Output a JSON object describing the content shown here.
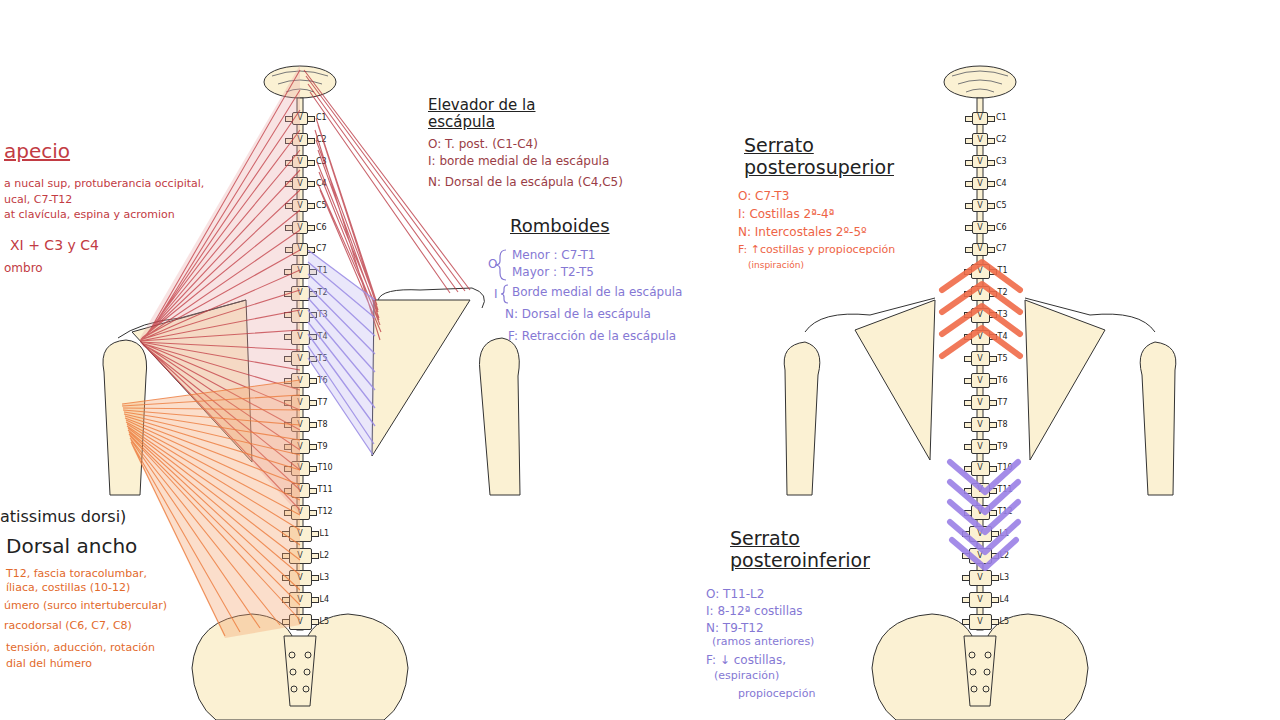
{
  "diagram": {
    "nodes": [
      {
        "text": [
          "V",
          "C1"
        ]
      },
      {
        "text": [
          "V",
          "C2"
        ]
      },
      {
        "text": [
          "V",
          "C3"
        ]
      },
      {
        "text": [
          "V",
          "C4"
        ]
      },
      {
        "text": [
          "V",
          "C5"
        ]
      },
      {
        "text": [
          "V",
          "C6"
        ]
      },
      {
        "text": [
          "V",
          "C7"
        ]
      },
      {
        "text": [
          "V",
          "T1"
        ]
      },
      {
        "text": [
          "V",
          "T2"
        ]
      },
      {
        "text": [
          "V",
          "T3"
        ]
      },
      {
        "text": [
          "V",
          "T4"
        ]
      },
      {
        "text": [
          "V",
          "T5"
        ]
      },
      {
        "text": [
          "V",
          "T6"
        ]
      },
      {
        "text": [
          "V",
          "T7"
        ]
      },
      {
        "text": [
          "V",
          "T8"
        ]
      },
      {
        "text": [
          "V",
          "T9"
        ]
      },
      {
        "text": [
          "V",
          "T10"
        ]
      },
      {
        "text": [
          "V",
          "T11"
        ]
      },
      {
        "text": [
          "V",
          "T12"
        ]
      },
      {
        "text": [
          "V",
          "L1"
        ]
      },
      {
        "text": [
          "V",
          "L2"
        ]
      },
      {
        "text": [
          "V",
          "L3"
        ]
      },
      {
        "text": [
          "V",
          "L4"
        ]
      },
      {
        "text": [
          "V",
          "L5"
        ]
      },
      {
        "text": [
          "V",
          "C1"
        ]
      },
      {
        "text": [
          "V",
          "C2"
        ]
      },
      {
        "text": [
          "V",
          "C3"
        ]
      },
      {
        "text": [
          "V",
          "C4"
        ]
      },
      {
        "text": [
          "V",
          "C5"
        ]
      },
      {
        "text": [
          "V",
          "C6"
        ]
      },
      {
        "text": [
          "V",
          "C7"
        ]
      },
      {
        "text": [
          "V",
          "T1"
        ]
      },
      {
        "text": [
          "V",
          "T2"
        ]
      },
      {
        "text": [
          "V",
          "T3"
        ]
      },
      {
        "text": [
          "V",
          "T4"
        ]
      },
      {
        "text": [
          "V",
          "T5"
        ]
      },
      {
        "text": [
          "V",
          "T6"
        ]
      },
      {
        "text": [
          "V",
          "T7"
        ]
      },
      {
        "text": [
          "V",
          "T8"
        ]
      },
      {
        "text": [
          "V",
          "T9"
        ]
      },
      {
        "text": [
          "V",
          "T10"
        ]
      },
      {
        "text": [
          "V",
          "T11"
        ]
      },
      {
        "text": [
          "V",
          "T12"
        ]
      },
      {
        "text": [
          "V",
          "L1"
        ]
      },
      {
        "text": [
          "V",
          "L2"
        ]
      },
      {
        "text": [
          "V",
          "L3"
        ]
      },
      {
        "text": [
          "V",
          "L4"
        ]
      },
      {
        "text": [
          "V",
          "L5"
        ]
      }
    ],
    "labels": [
      "apecio",
      "a nucal sup, protuberancia occipital,",
      "ucal, C7-T12",
      "at clavícula, espina y acromion",
      "XI + C3 y C4",
      "ombro",
      "Elevador de la escápula",
      "O: T. post. (C1-C4)",
      "I: borde medial de la escápula",
      "N: Dorsal de la escápula (C4,C5)",
      "Romboides",
      "O",
      "Menor : C7-T1",
      "Mayor : T2-T5",
      "I",
      "Borde medial de la escápula",
      "N: Dorsal de la escápula",
      "F: Retracción de la escápula",
      "atissimus dorsi)",
      "Dorsal ancho",
      "T12, fascia toracolumbar,",
      "íliaca, costillas (10-12)",
      "úmero (surco intertubercular)",
      "racodorsal (C6, C7, C8)",
      "tensión, aducción, rotación",
      "dial del húmero",
      "Serrato posterosuperior",
      "O: C7-T3",
      "I: Costillas 2ª-4ª",
      "N: Intercostales 2º-5º",
      "F: ↑costillas y propiocepción",
      "(inspiración)",
      "Serrato posteroinferior",
      "O: T11-L2",
      "I: 8-12ª costillas",
      "N: T9-T12",
      "(ramos anteriores)",
      "F: ↓ costillas,",
      "(espiración)",
      "propiocepción"
    ]
  }
}
